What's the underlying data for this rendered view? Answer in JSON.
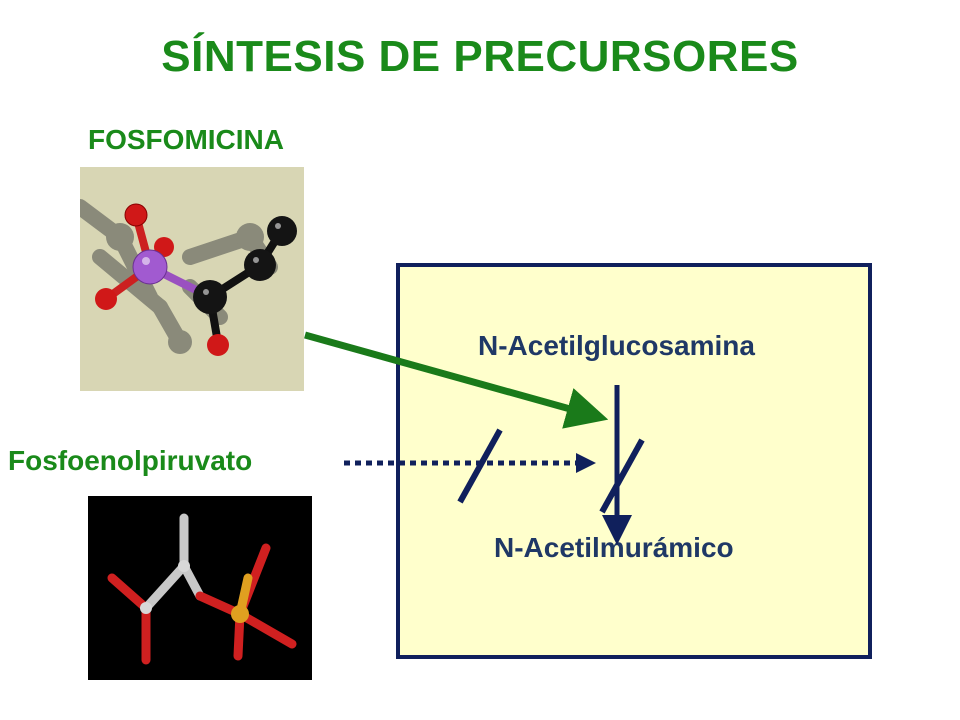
{
  "title": "SÍNTESIS DE PRECURSORES",
  "labels": {
    "fosfomicina": "FOSFOMICINA",
    "fosfoenolpiruvato": "Fosfoenolpiruvato",
    "n_acetilglucosamina": "N-Acetilglucosamina",
    "n_acetilmuramico": "N-Acetilmurámico"
  },
  "colors": {
    "title": "#1a8a1a",
    "box_fill": "#ffffcc",
    "box_border": "#10205c",
    "arrow_green": "#1a7a1a",
    "dark_navy": "#10205c"
  }
}
